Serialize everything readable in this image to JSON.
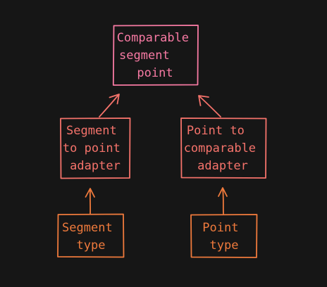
{
  "colors": {
    "background": "#161616",
    "top": "#f77aa3",
    "middle": "#f5736b",
    "bottom": "#ef7a3c"
  },
  "nodes": {
    "comparable_segment_point": {
      "lines": [
        "Comparable",
        "segment",
        "point"
      ]
    },
    "segment_to_point_adapter": {
      "lines": [
        "Segment",
        "to point",
        "adapter"
      ]
    },
    "point_to_comparable_adapter": {
      "lines": [
        "Point to",
        "comparable",
        "adapter"
      ]
    },
    "segment_type": {
      "lines": [
        "Segment",
        "type"
      ]
    },
    "point_type": {
      "lines": [
        "Point",
        "type"
      ]
    }
  }
}
